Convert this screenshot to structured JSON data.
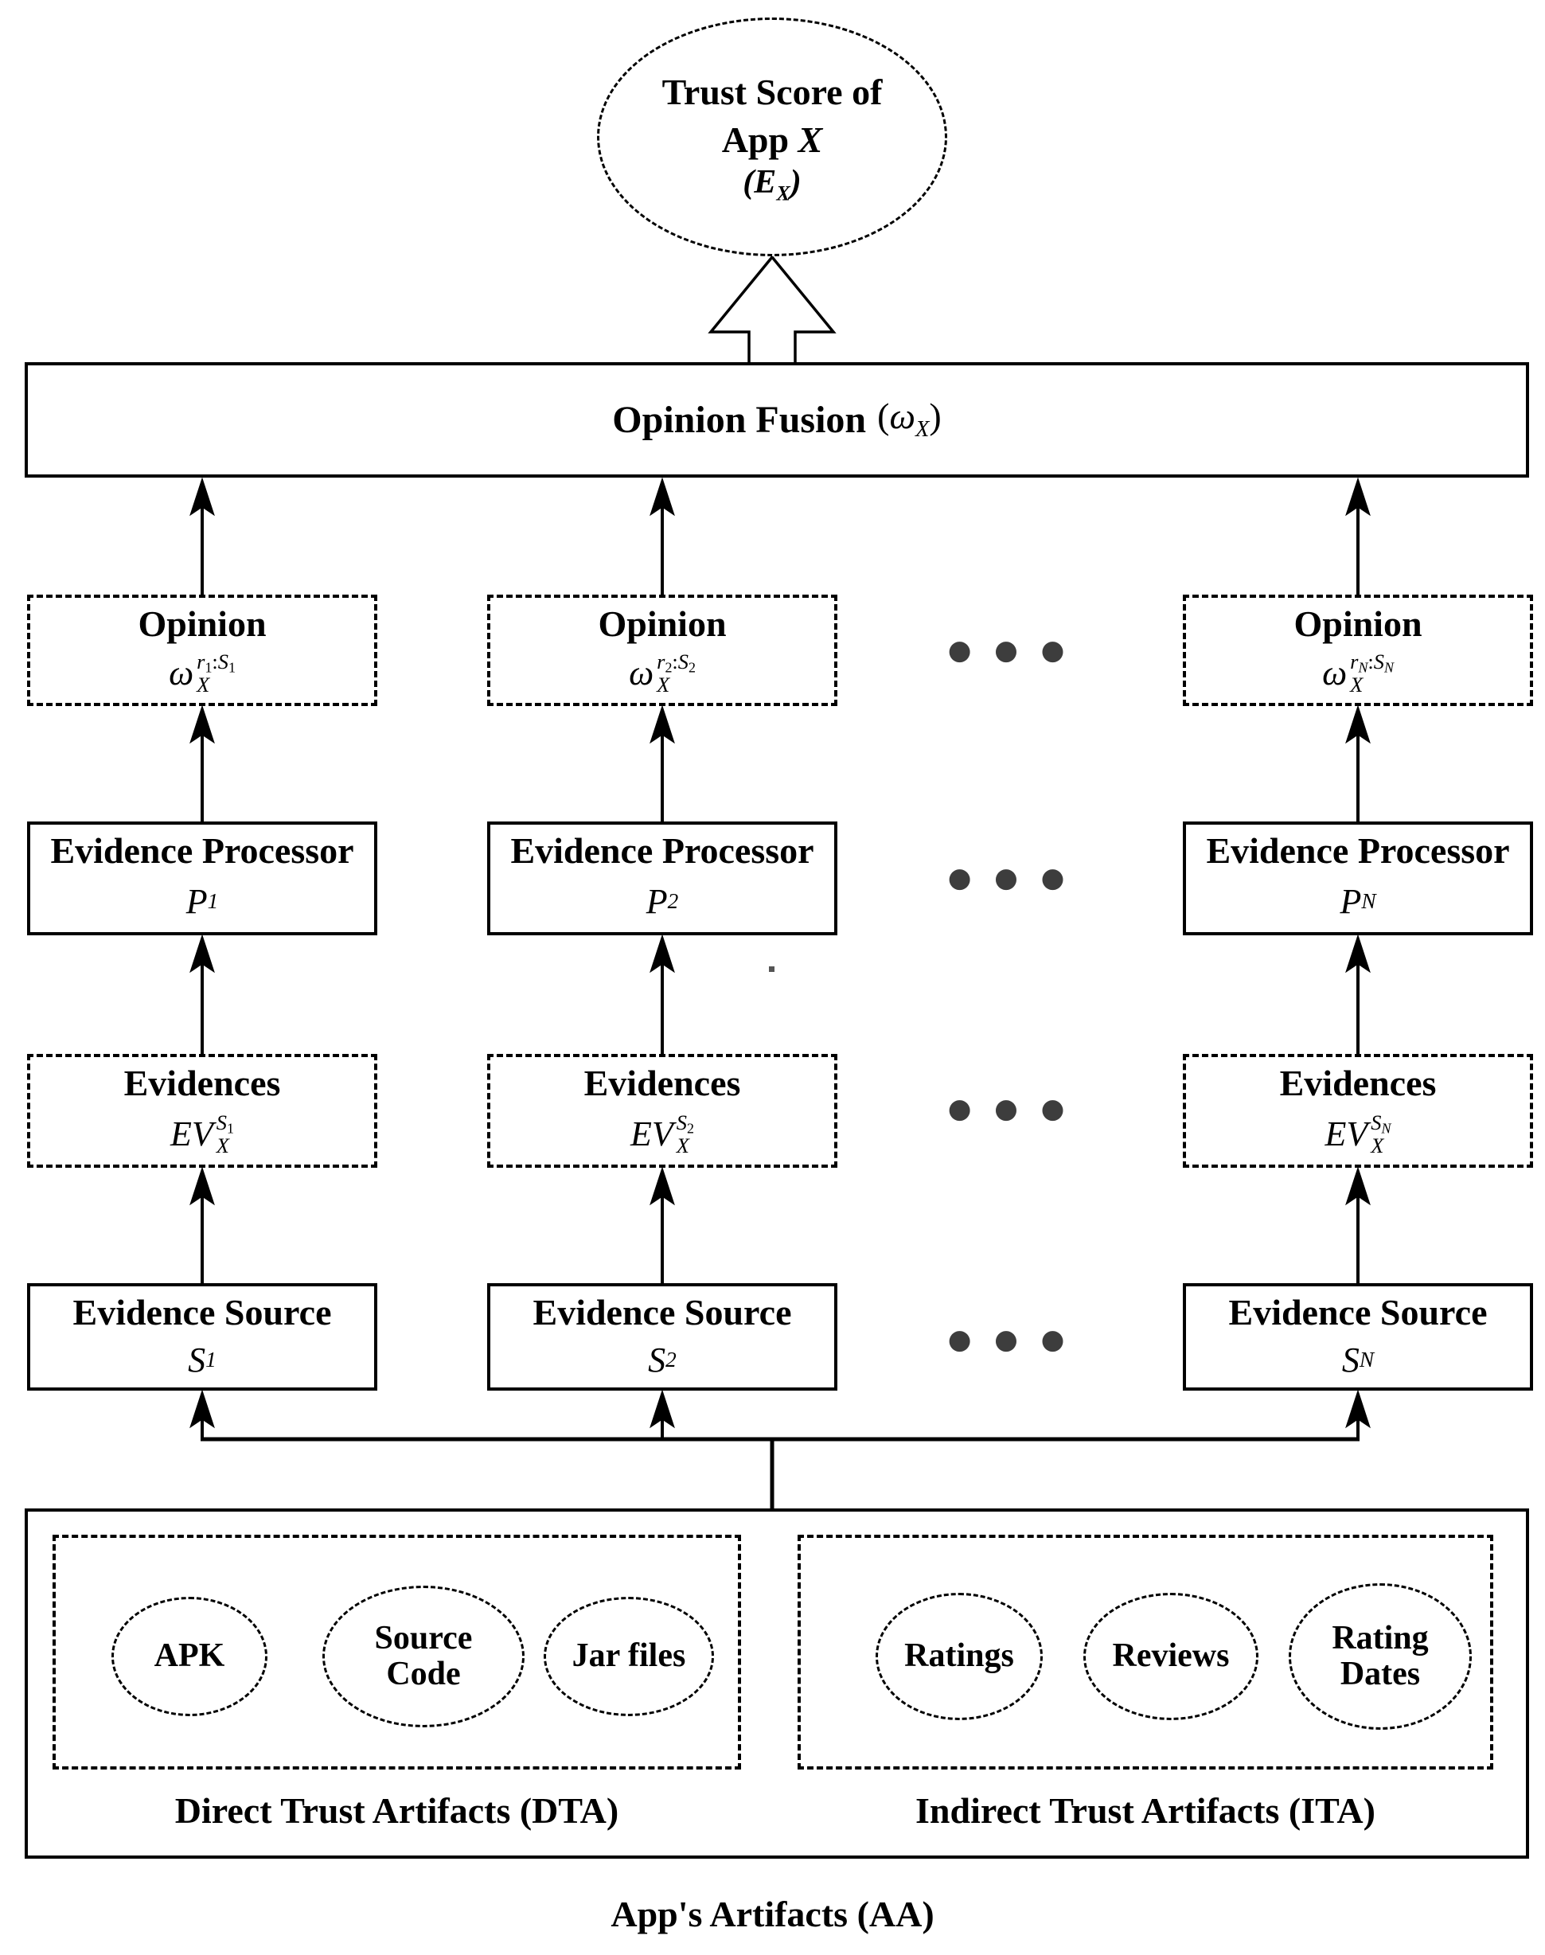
{
  "colors": {
    "ink": "#000000",
    "dots_gray": "#3d3d3d",
    "background": "#ffffff"
  },
  "trust_node": {
    "line1": "Trust Score of",
    "line2_text": "App ",
    "line2_var": "X",
    "formula": {
      "pre": "(",
      "base": "E",
      "sub": "X",
      "post": ")"
    }
  },
  "fusion": {
    "title": "Opinion Fusion",
    "formula": {
      "pre": "(",
      "base": "ω",
      "sub": "X",
      "post": ")"
    }
  },
  "ellipsis": {
    "dots": "● ● ●"
  },
  "columns": [
    {
      "opinion": {
        "title": "Opinion",
        "formula": {
          "base": "ω",
          "sub": "X",
          "sup": [
            {
              "t": "r"
            },
            {
              "t": "1",
              "sub": true
            },
            {
              "t": ":"
            },
            {
              "t": "S"
            },
            {
              "t": "1",
              "sub": true
            }
          ]
        }
      },
      "processor": {
        "title": "Evidence Processor",
        "formula": {
          "base": "P",
          "sub": "1"
        }
      },
      "evidences": {
        "title": "Evidences",
        "formula": {
          "base": "EV",
          "sub": "X",
          "sup": [
            {
              "t": "S"
            },
            {
              "t": "1",
              "sub": true
            }
          ]
        }
      },
      "source": {
        "title": "Evidence Source",
        "formula": {
          "base": "S",
          "sub": "1"
        }
      }
    },
    {
      "opinion": {
        "title": "Opinion",
        "formula": {
          "base": "ω",
          "sub": "X",
          "sup": [
            {
              "t": "r"
            },
            {
              "t": "2",
              "sub": true
            },
            {
              "t": ":"
            },
            {
              "t": "S"
            },
            {
              "t": "2",
              "sub": true
            }
          ]
        }
      },
      "processor": {
        "title": "Evidence Processor",
        "formula": {
          "base": "P",
          "sub": "2"
        }
      },
      "evidences": {
        "title": "Evidences",
        "formula": {
          "base": "EV",
          "sub": "X",
          "sup": [
            {
              "t": "S"
            },
            {
              "t": "2",
              "sub": true
            }
          ]
        }
      },
      "source": {
        "title": "Evidence Source",
        "formula": {
          "base": "S",
          "sub": "2"
        }
      }
    },
    {
      "opinion": {
        "title": "Opinion",
        "formula": {
          "base": "ω",
          "sub": "X",
          "sup": [
            {
              "t": "r"
            },
            {
              "t": "N",
              "sub": true
            },
            {
              "t": ":"
            },
            {
              "t": "S"
            },
            {
              "t": "N",
              "sub": true
            }
          ]
        }
      },
      "processor": {
        "title": "Evidence Processor",
        "formula": {
          "base": "P",
          "sub": "N"
        }
      },
      "evidences": {
        "title": "Evidences",
        "formula": {
          "base": "EV",
          "sub": "X",
          "sup": [
            {
              "t": "S"
            },
            {
              "t": "N",
              "sub": true
            }
          ]
        }
      },
      "source": {
        "title": "Evidence Source",
        "formula": {
          "base": "S",
          "sub": "N"
        }
      }
    }
  ],
  "artifacts": {
    "dta": {
      "label": "Direct Trust Artifacts (DTA)",
      "items": [
        "APK",
        "Source Code",
        "Jar files"
      ]
    },
    "ita": {
      "label": "Indirect Trust Artifacts (ITA)",
      "items": [
        "Ratings",
        "Reviews",
        "Rating Dates"
      ]
    },
    "caption": "App's Artifacts (AA)"
  }
}
